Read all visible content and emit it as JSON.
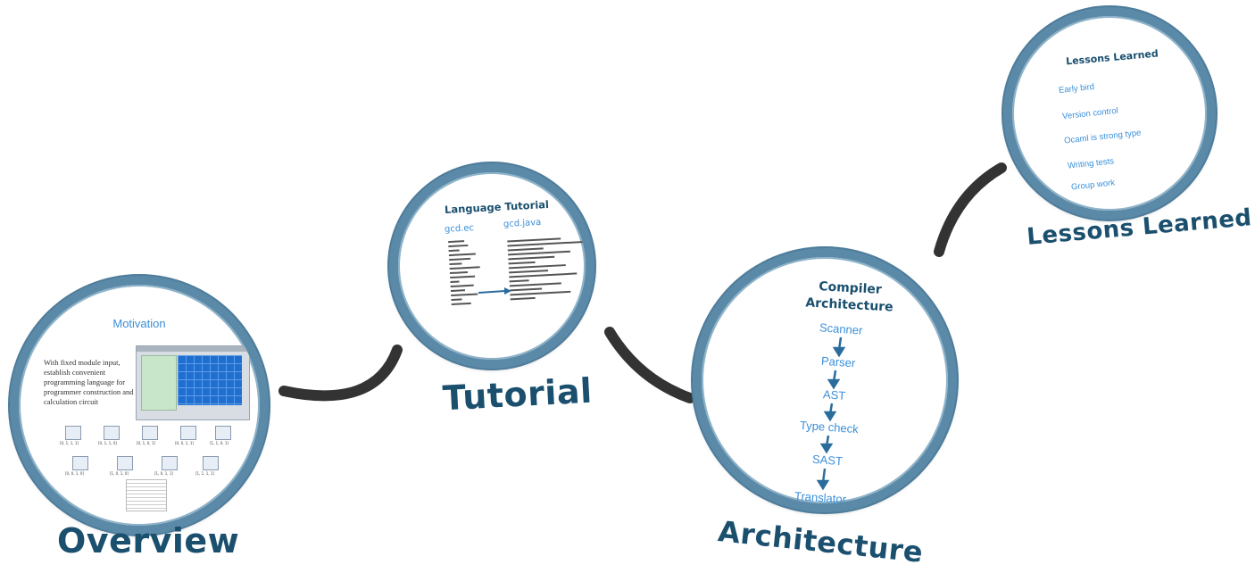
{
  "colors": {
    "frame": "#5b8aa8",
    "title": "#1a4f6e",
    "link": "#3a8fd9",
    "connector": "#333333"
  },
  "overview": {
    "label": "Overview",
    "heading": "Motivation",
    "description": "With fixed module input, establish convenient programming language for programmer construction and calculation circuit",
    "symbol_captions": [
      "[0, 1, 1, 1]",
      "[0, 1, 1, 0]",
      "[0, 1, 0, 1]",
      "[0, 0, 1, 1]",
      "[1, 1, 0, 1]",
      "[0, 0, 1, 0]",
      "[1, 0, 1, 0]",
      "[1, 0, 1, 1]",
      "[1, 1, 1, 1]"
    ],
    "icons": [
      "screenshot-image",
      "circuit-symbol-icon",
      "document-thumbnail"
    ]
  },
  "tutorial": {
    "label": "Tutorial",
    "heading": "Language Tutorial",
    "left_file": "gcd.ec",
    "right_file": "gcd.java"
  },
  "architecture": {
    "label": "Architecture",
    "heading_line1": "Compiler",
    "heading_line2": "Architecture",
    "steps": [
      "Scanner",
      "Parser",
      "AST",
      "Type check",
      "SAST",
      "Translator"
    ]
  },
  "lessons": {
    "label": "Lessons Learned",
    "heading": "Lessons Learned",
    "items": [
      "Early bird",
      "Version control",
      "Ocaml is strong type",
      "Writing tests",
      "Group work"
    ]
  }
}
